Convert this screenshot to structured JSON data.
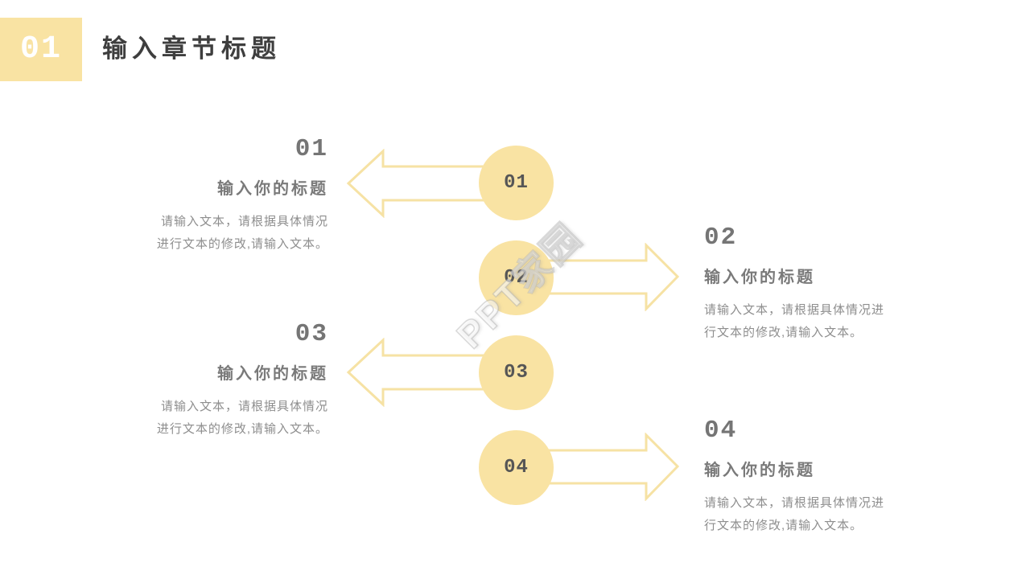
{
  "header": {
    "badge": "01",
    "title": "输入章节标题"
  },
  "watermark": {
    "text": "PPT家园"
  },
  "colors": {
    "yellow": "#F9E3A3",
    "arrow": "#F6E2A4",
    "header_text": "#3E3E3E",
    "item_number": "#757575",
    "item_title": "#7A7A7A",
    "item_body": "#8E8E8E",
    "circle_number": "#565656"
  },
  "items": [
    {
      "number": "01",
      "circle_label": "01",
      "title": "输入你的标题",
      "body_line1": "请输入文本，请根据具体情况",
      "body_line2": "进行文本的修改,请输入文本。",
      "side": "left"
    },
    {
      "number": "02",
      "circle_label": "02",
      "title": "输入你的标题",
      "body_line1": "请输入文本，请根据具体情况进",
      "body_line2": "行文本的修改,请输入文本。",
      "side": "right"
    },
    {
      "number": "03",
      "circle_label": "03",
      "title": "输入你的标题",
      "body_line1": "请输入文本，请根据具体情况",
      "body_line2": "进行文本的修改,请输入文本。",
      "side": "left"
    },
    {
      "number": "04",
      "circle_label": "04",
      "title": "输入你的标题",
      "body_line1": "请输入文本，请根据具体情况进",
      "body_line2": "行文本的修改,请输入文本。",
      "side": "right"
    }
  ]
}
